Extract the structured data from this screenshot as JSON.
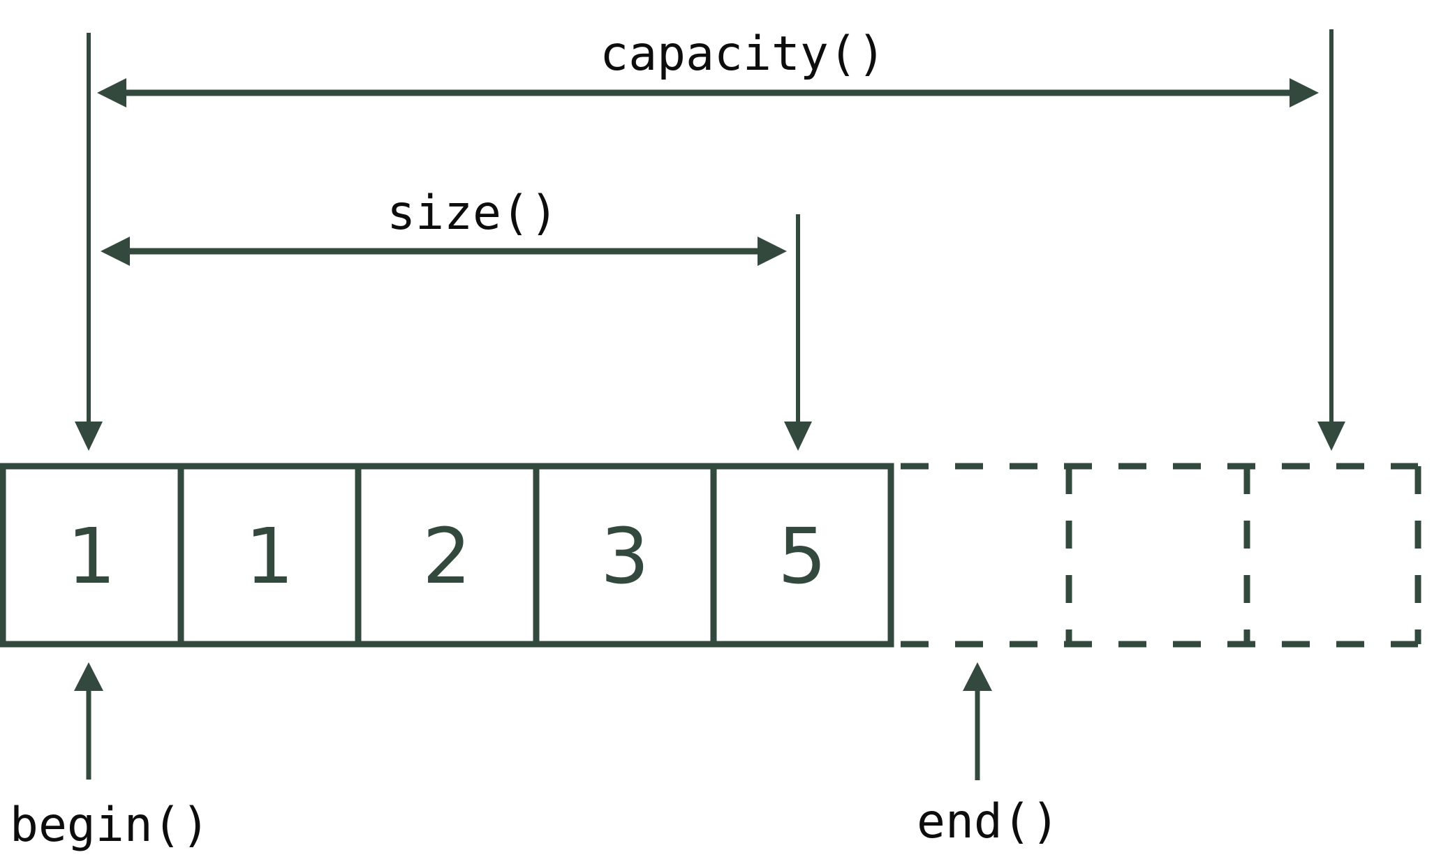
{
  "diagram": {
    "kind": "vector-memory-layout",
    "labels": {
      "capacity": "capacity()",
      "size": "size()",
      "begin": "begin()",
      "end": "end()"
    },
    "array": {
      "values": [
        "1",
        "1",
        "2",
        "3",
        "5"
      ],
      "filled_cell_count": 5,
      "empty_cell_count": 3,
      "total_cell_count": 8
    },
    "colors": {
      "accent": "#33493E",
      "text": "#0D0D0D",
      "background": "#FFFFFF"
    }
  }
}
